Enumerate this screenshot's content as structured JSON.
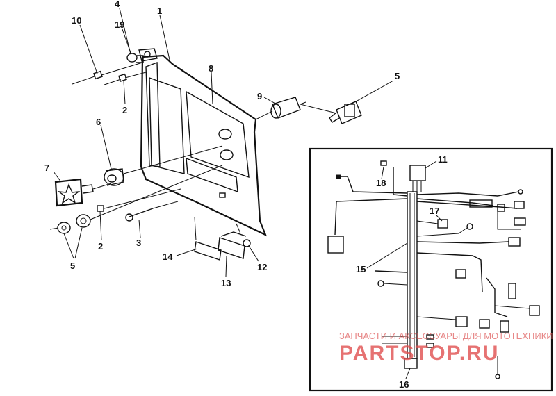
{
  "callouts": {
    "c1": "1",
    "c2a": "2",
    "c2b": "2",
    "c3": "3",
    "c4": "4",
    "c5a": "5",
    "c5b": "5",
    "c6": "6",
    "c7": "7",
    "c8": "8",
    "c9": "9",
    "c10": "10",
    "c11": "11",
    "c12": "12",
    "c13": "13",
    "c14": "14",
    "c15": "15",
    "c16": "16",
    "c17": "17",
    "c18": "18",
    "c19": "19"
  },
  "watermark": {
    "caption": "ЗАПЧАСТИ И АКСЕССУАРЫ ДЛЯ МОТОТЕХНИКИ",
    "logo": "PARTSTOP.RU"
  },
  "colors": {
    "line": "#111111",
    "watermark": "#e05050"
  }
}
